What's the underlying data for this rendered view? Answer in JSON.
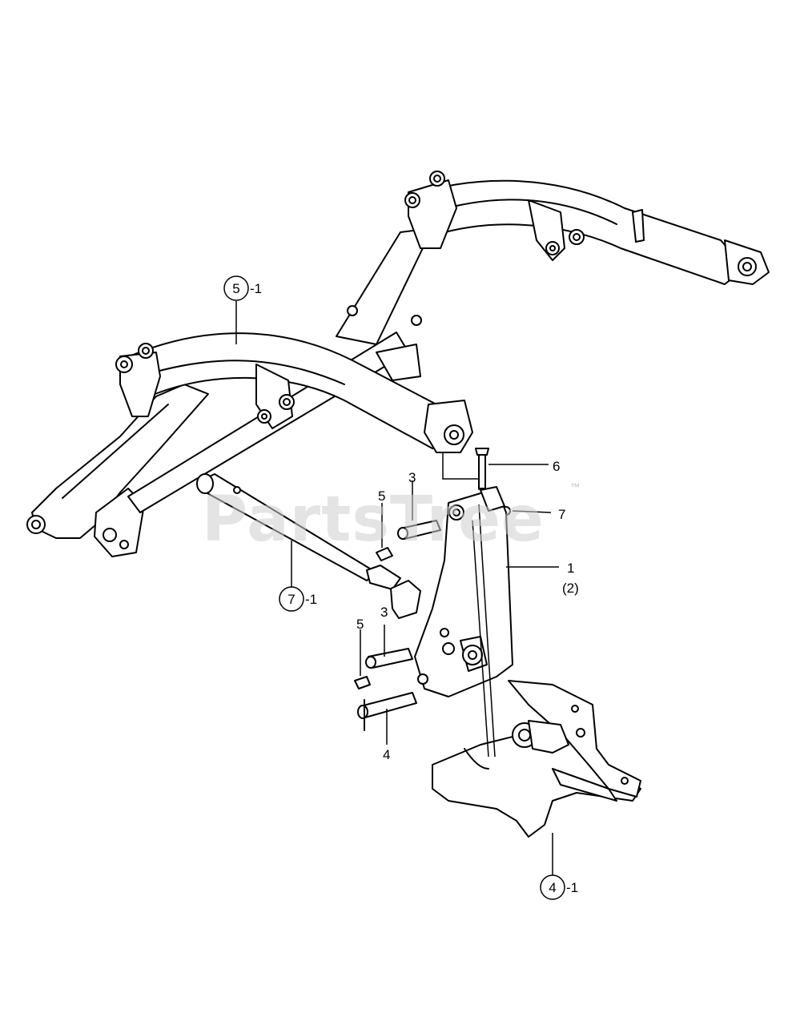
{
  "watermark": {
    "text": "PartsTree",
    "trademark": "™"
  },
  "callouts": {
    "c5_1": {
      "num": "5",
      "suffix": "-1"
    },
    "c7_1": {
      "num": "7",
      "suffix": "-1"
    },
    "c4_1": {
      "num": "4",
      "suffix": "-1"
    }
  },
  "labels": {
    "l6": "6",
    "l7": "7",
    "l1": "1",
    "l1_qty": "(2)",
    "l3_top": "3",
    "l5_top": "5",
    "l3_bot": "3",
    "l5_bot": "5",
    "l4": "4"
  }
}
